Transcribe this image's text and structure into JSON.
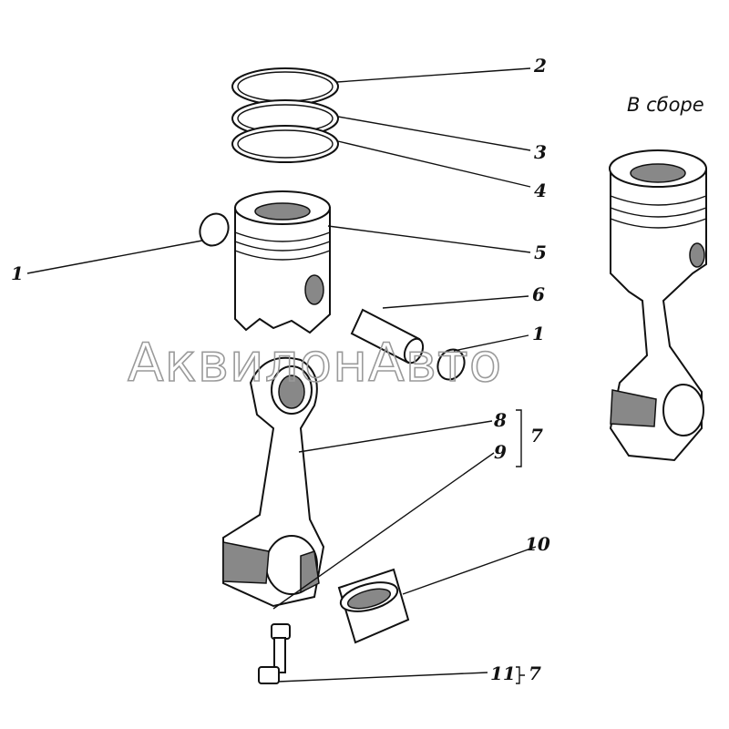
{
  "caption": "В сборе",
  "watermark": "АквилонАвто",
  "labels": {
    "ring_top": "2",
    "ring_mid": "3",
    "ring_bottom": "4",
    "piston": "5",
    "circlip_left": "1",
    "pin": "6",
    "circlip_right": "1",
    "rod": "8",
    "rod_cap": "9",
    "rod_assembly": "7",
    "bearing": "10",
    "bolt": "11",
    "bolt_assembly": "7"
  }
}
